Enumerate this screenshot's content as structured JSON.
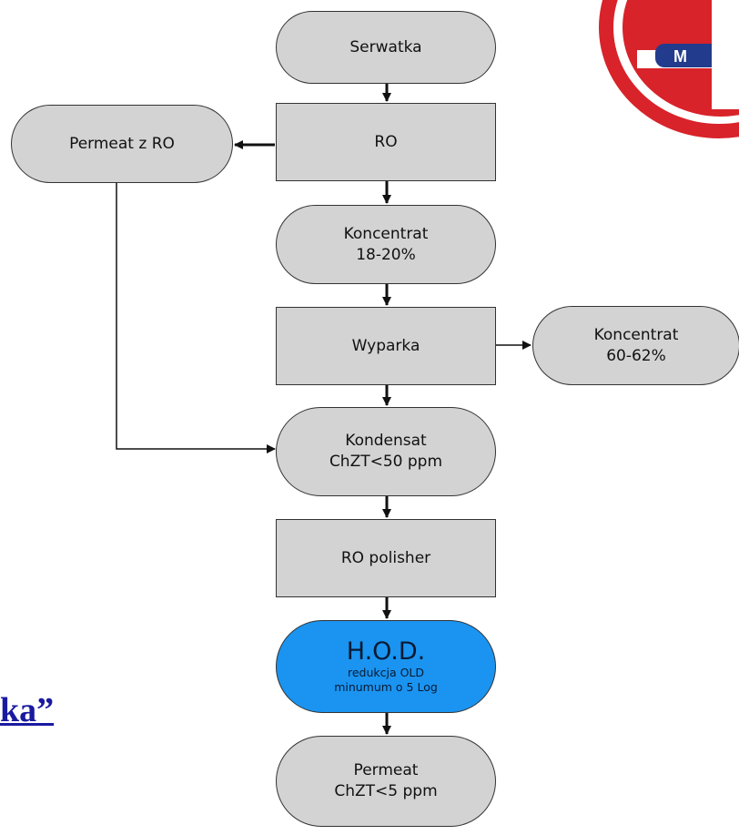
{
  "nodes": {
    "serwatka": "Serwatka",
    "ro": "RO",
    "permeat_ro": "Permeat z RO",
    "koncentrat1_line1": "Koncentrat",
    "koncentrat1_line2": "18-20%",
    "wyparka": "Wyparka",
    "koncentrat2_line1": "Koncentrat",
    "koncentrat2_line2": "60-62%",
    "kondensat_line1": "Kondensat",
    "kondensat_line2": "ChZT<50 ppm",
    "ro_polisher": "RO polisher",
    "hod_title": "H.O.D.",
    "hod_line1": "redukcja OLD",
    "hod_line2": "minumum o 5 Log",
    "permeat_line1": "Permeat",
    "permeat_line2": "ChZT<5 ppm"
  },
  "logo": {
    "text": "M",
    "color_red": "#d8232a",
    "color_white": "#ffffff",
    "color_blue": "#233b8c"
  },
  "left_text": "ka”",
  "colors": {
    "node_fill": "#d3d3d3",
    "hod_fill": "#1a94f0",
    "link": "#1a1aa0"
  }
}
